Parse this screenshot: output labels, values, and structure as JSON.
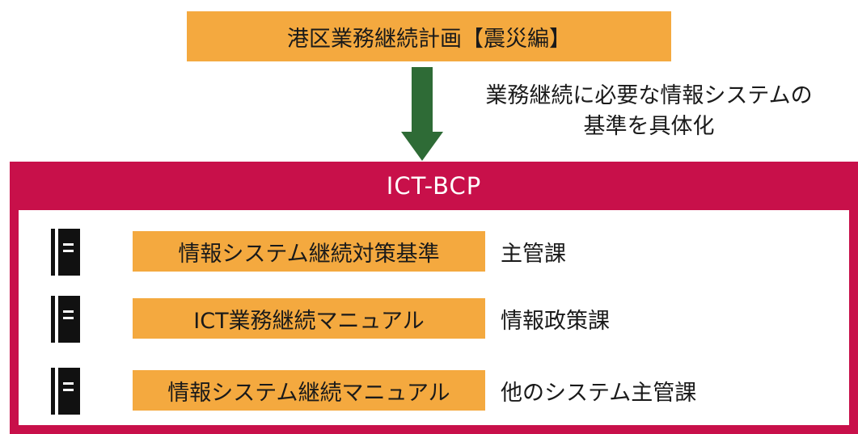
{
  "top_box": {
    "label": "港区業務継続計画【震災編】"
  },
  "arrow_note": {
    "line1": "業務継続に必要な情報システムの",
    "line2": "基準を具体化"
  },
  "bcp": {
    "title": "ICT-BCP",
    "documents": [
      {
        "name": "情報システム継続対策基準",
        "owner": "主管課",
        "icon": "document-icon"
      },
      {
        "name": "ICT業務継続マニュアル",
        "owner": "情報政策課",
        "icon": "document-icon"
      },
      {
        "name": "情報システム継続マニュアル",
        "owner": "他のシステム主管課",
        "icon": "document-icon"
      }
    ]
  },
  "colors": {
    "orange_box": "#f4a93f",
    "arrow_green": "#2e6b36",
    "bcp_frame": "#c8104a",
    "icon_black": "#111111"
  }
}
